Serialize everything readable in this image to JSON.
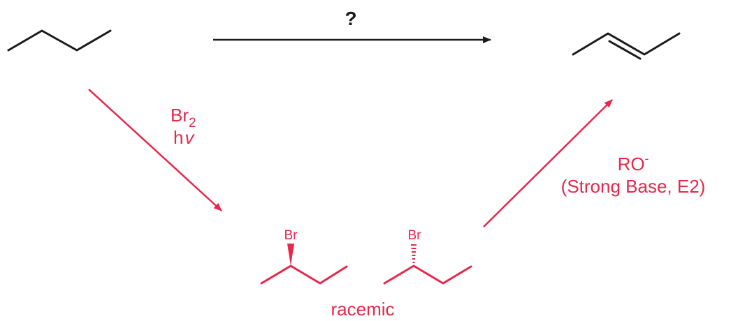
{
  "question_mark": "?",
  "reagents_step1": {
    "line1_main": "Br",
    "line1_subscript": "2",
    "line2_h": "h",
    "line2_nu": "v"
  },
  "reagents_step2": {
    "base_main": "RO",
    "base_superscript": "-",
    "conditions": "(Strong Base, E2)"
  },
  "intermediate": {
    "substituent_left": "Br",
    "substituent_right": "Br",
    "stereo_note": "racemic"
  },
  "colors": {
    "ink": "#1a1a1a",
    "accent": "#e8274b"
  }
}
